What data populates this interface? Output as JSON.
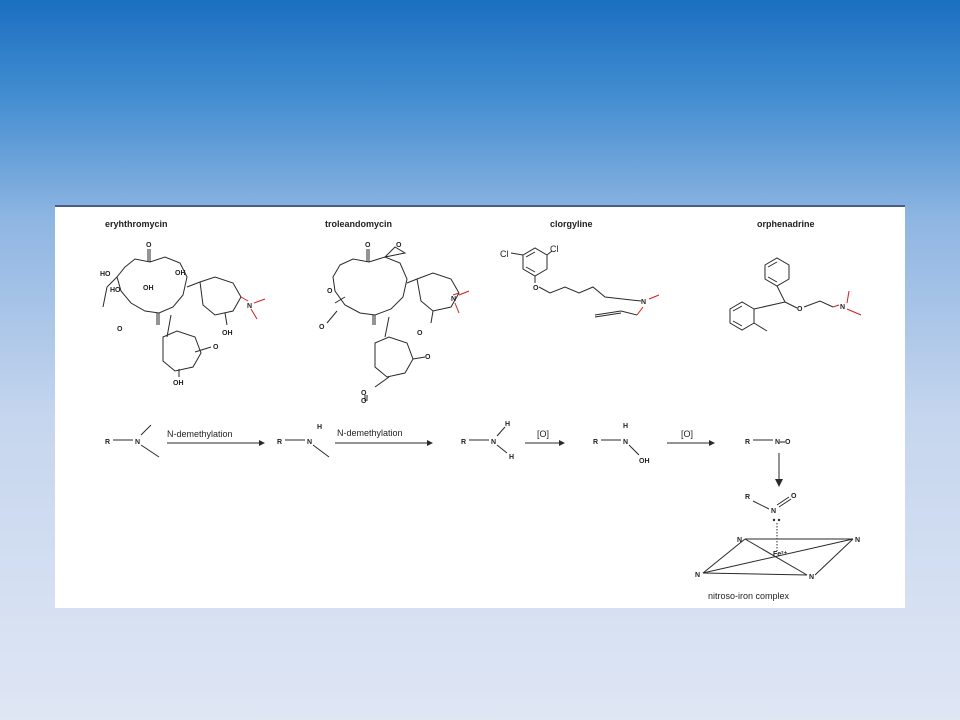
{
  "compounds": {
    "erythromycin": "eryhthromycin",
    "troleandomycin": "troleandomycin",
    "clorgyline": "clorgyline",
    "orphenadrine": "orphenadrine"
  },
  "atoms": {
    "R": "R",
    "N": "N",
    "H": "H",
    "O": "O",
    "OH": "OH",
    "HO": "HO",
    "Cl": "Cl",
    "NO": "N═O",
    "Fe": "Fe²⁺"
  },
  "reactions": {
    "step1": "N-demethylation",
    "step2": "N-demethylation",
    "step3": "[O]",
    "step4": "[O]"
  },
  "complex_label": "nitroso-iron complex",
  "colors": {
    "highlight": "#d21e1e",
    "panel_border": "#4a5d8a"
  }
}
